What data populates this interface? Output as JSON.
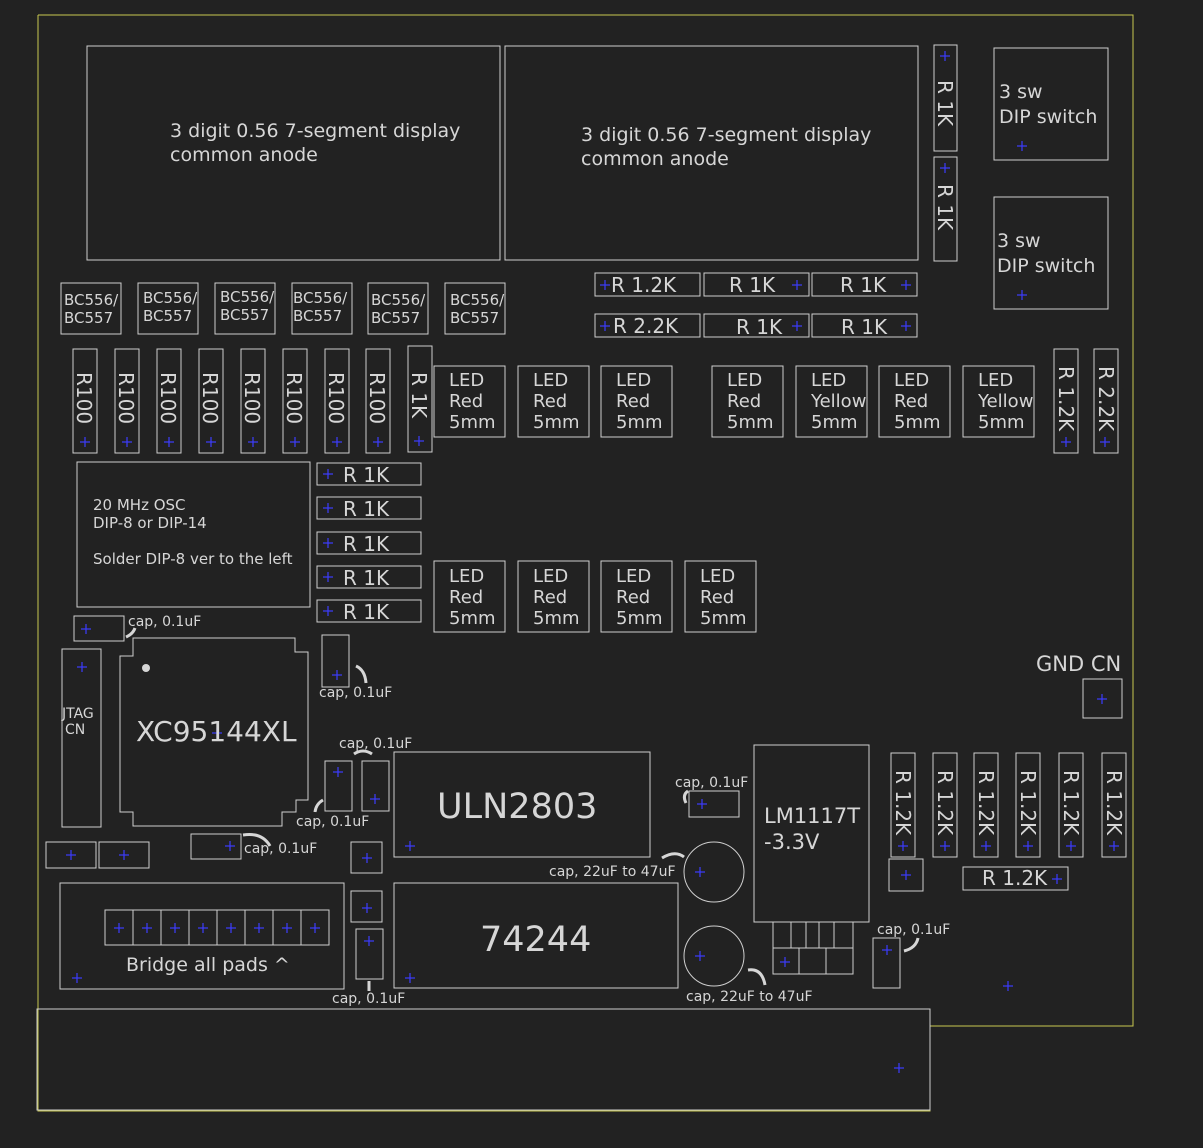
{
  "colors": {
    "background": "#222222",
    "silkscreen": "#d6d6d6",
    "board_outline": "#c8c850",
    "pad_marker": "#3c3cff"
  },
  "displays": {
    "left": {
      "line1": "3 digit 0.56 7-segment display",
      "line2": "common anode"
    },
    "right": {
      "line1": "3 digit 0.56 7-segment display",
      "line2": "common anode"
    }
  },
  "dip_switches": [
    {
      "line1": "3 sw",
      "line2": "DIP switch"
    },
    {
      "line1": "3 sw",
      "line2": "DIP switch"
    }
  ],
  "transistors": [
    {
      "line1": "BC556/",
      "line2": "BC557"
    },
    {
      "line1": "BC556/",
      "line2": "BC557"
    },
    {
      "line1": "BC556/",
      "line2": "BC557"
    },
    {
      "line1": "BC556/",
      "line2": "BC557"
    },
    {
      "line1": "BC556/",
      "line2": "BC557"
    },
    {
      "line1": "BC556/",
      "line2": "BC557"
    }
  ],
  "resistors_vertical_top": [
    "R 1K",
    "R 1K"
  ],
  "resistors_top_row1": [
    "R 1.2K",
    "R 1K",
    "R 1K"
  ],
  "resistors_top_row2": [
    "R 2.2K",
    "R 1K",
    "R 1K"
  ],
  "resistors_r100": [
    "R100",
    "R100",
    "R100",
    "R100",
    "R100",
    "R100",
    "R100",
    "R100"
  ],
  "resistor_1k_vertical": "R 1K",
  "resistors_right_vertical": [
    "R 1.2K",
    "R 2.2K"
  ],
  "resistors_left_stack": [
    "R 1K",
    "R 1K",
    "R 1K",
    "R 1K",
    "R 1K"
  ],
  "leds_top": [
    {
      "l1": "LED",
      "l2": "Red",
      "l3": "5mm"
    },
    {
      "l1": "LED",
      "l2": "Red",
      "l3": "5mm"
    },
    {
      "l1": "LED",
      "l2": "Red",
      "l3": "5mm"
    },
    {
      "l1": "LED",
      "l2": "Red",
      "l3": "5mm"
    },
    {
      "l1": "LED",
      "l2": "Yellow",
      "l3": "5mm"
    },
    {
      "l1": "LED",
      "l2": "Red",
      "l3": "5mm"
    },
    {
      "l1": "LED",
      "l2": "Yellow",
      "l3": "5mm"
    }
  ],
  "leds_bottom": [
    {
      "l1": "LED",
      "l2": "Red",
      "l3": "5mm"
    },
    {
      "l1": "LED",
      "l2": "Red",
      "l3": "5mm"
    },
    {
      "l1": "LED",
      "l2": "Red",
      "l3": "5mm"
    },
    {
      "l1": "LED",
      "l2": "Red",
      "l3": "5mm"
    }
  ],
  "oscillator": {
    "line1": "20 MHz OSC",
    "line2": "DIP-8 or DIP-14",
    "line3": "Solder DIP-8 ver to the left"
  },
  "caps": {
    "c1": "cap, 0.1uF",
    "c2": "cap, 0.1uF",
    "c3": "cap, 0.1uF",
    "c4": "cap, 0.1uF",
    "c5": "cap, 0.1uF",
    "c6": "cap, 0.1uF",
    "c7": "cap, 0.1uF",
    "c8": "cap, 0.1uF",
    "e1": "cap, 22uF to 47uF",
    "e2": "cap, 22uF to 47uF"
  },
  "jtag": {
    "line1": "JTAG",
    "line2": "CN"
  },
  "cpld": "XC95144XL",
  "uln": "ULN2803",
  "buffer": "74244",
  "regulator": {
    "line1": "LM1117T",
    "line2": "-3.3V"
  },
  "gnd_cn": "GND CN",
  "resistors_bottom_right": [
    "R 1.2K",
    "R 1.2K",
    "R 1.2K",
    "R 1.2K",
    "R 1.2K",
    "R 1.2K"
  ],
  "resistor_bottom_h": "R 1.2K",
  "bridge": "Bridge all pads ^"
}
